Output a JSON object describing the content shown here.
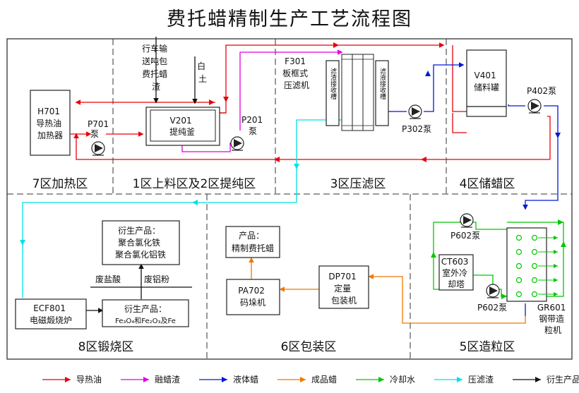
{
  "title": "费托蜡精制生产工艺流程图",
  "zones": {
    "z7": "7区加热区",
    "z12": "1区上料区及2区提纯区",
    "z3": "3区压滤区",
    "z4": "4区储蜡区",
    "z8": "8区锻烧区",
    "z6": "6区包装区",
    "z5": "5区造粒区"
  },
  "equipment": {
    "h701": [
      "H701",
      "导热油",
      "加热器"
    ],
    "v201": [
      "V201",
      "提纯釜"
    ],
    "p701": "P701",
    "p701_sub": "泵",
    "p201": "P201",
    "p201_sub": "泵",
    "feed_wax_1": "行车输",
    "feed_wax_2": "送吨包",
    "feed_wax_3": "费托蜡",
    "feed_wax_4": "渣",
    "clay_1": "白",
    "clay_2": "土",
    "f301": [
      "F301",
      "板框式",
      "压滤机"
    ],
    "tank_left": "滤渣接收槽",
    "tank_right": "滤液接收槽",
    "p302": "P302泵",
    "v401": [
      "V401",
      "储料罐"
    ],
    "p402": "P402泵",
    "p602_top": "P602泵",
    "p602_bot": "P602泵",
    "ct603": [
      "CT603",
      "室外冷",
      "却塔"
    ],
    "gr601": [
      "GR601",
      "钢带造",
      "粒机"
    ],
    "dp701": [
      "DP701",
      "定量",
      "包装机"
    ],
    "pa702": [
      "PA702",
      "码垛机"
    ],
    "product": [
      "产品：",
      "精制费托蜡"
    ],
    "by1": [
      "衍生产品：",
      "聚合氯化铁",
      "聚合氯化铝铁"
    ],
    "waste_acid": "废盐酸",
    "waste_al": "废铝粉",
    "by2_title": "衍生产品：",
    "by2_body": "Fe₃O₄和Fe₂O₃及Fe",
    "ecf801": [
      "ECF801",
      "电磁煅烧炉"
    ]
  },
  "legend": [
    {
      "label": "导热油",
      "color": "#e8000a"
    },
    {
      "label": "融蜡渣",
      "color": "#e000e0"
    },
    {
      "label": "液体蜡",
      "color": "#0018d8"
    },
    {
      "label": "成品蜡",
      "color": "#f07800"
    },
    {
      "label": "冷却水",
      "color": "#00c800"
    },
    {
      "label": "压滤渣",
      "color": "#00e0e8"
    },
    {
      "label": "衍生产品",
      "color": "#111111"
    }
  ]
}
